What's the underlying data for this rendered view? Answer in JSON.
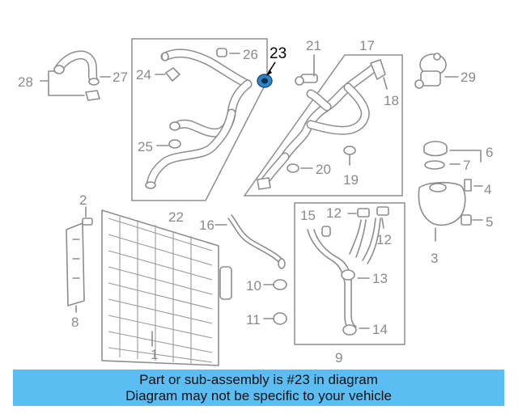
{
  "diagram": {
    "highlighted_part": "23",
    "callouts": {
      "c1": "1",
      "c2": "2",
      "c3": "3",
      "c4": "4",
      "c5": "5",
      "c6": "6",
      "c7": "7",
      "c8": "8",
      "c9": "9",
      "c10": "10",
      "c11": "11",
      "c12a": "12",
      "c12b": "12",
      "c13": "13",
      "c14": "14",
      "c15": "15",
      "c16": "16",
      "c17": "17",
      "c18": "18",
      "c19": "19",
      "c20": "20",
      "c21": "21",
      "c22": "22",
      "c23": "23",
      "c24": "24",
      "c25": "25",
      "c26": "26",
      "c27": "27",
      "c28": "28",
      "c29": "29"
    },
    "colors": {
      "line": "#8d8d8d",
      "highlight": "#2c86c8",
      "banner": "#5bbdf2"
    }
  },
  "banner": {
    "line1": "Part or sub-assembly is #23 in diagram",
    "line2": "Diagram may not be specific to your vehicle"
  }
}
